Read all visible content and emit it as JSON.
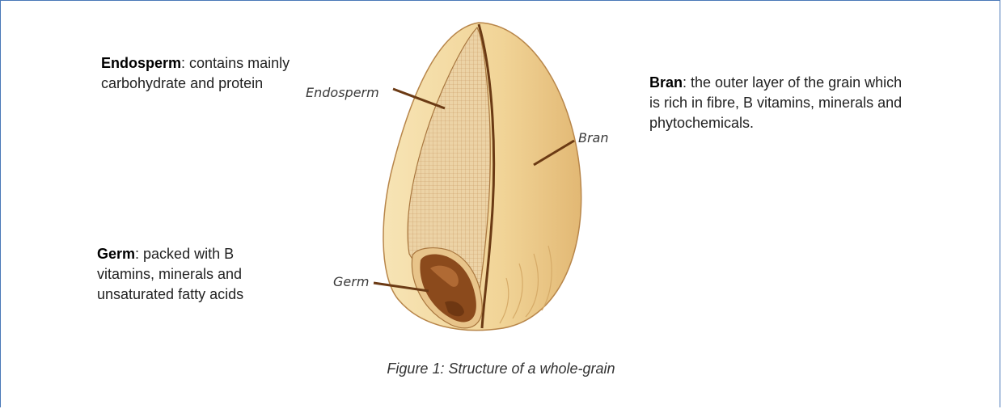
{
  "descriptions": {
    "endosperm": {
      "term": "Endosperm",
      "text": ": contains mainly carbohydrate and protein"
    },
    "germ": {
      "term": "Germ",
      "text": ": packed with B vitamins, minerals and unsaturated fatty acids"
    },
    "bran": {
      "term": "Bran",
      "text": ": the outer layer of the grain which is rich in fibre, B vitamins, minerals and phytochemicals."
    }
  },
  "diagram_labels": {
    "endosperm": "Endosperm",
    "germ": "Germ",
    "bran": "Bran"
  },
  "caption": "Figure 1: Structure of a whole-grain",
  "colors": {
    "frame": "#4a78b8",
    "bran": "#f3d9a0",
    "endosperm": "#e9cfa1",
    "germ": "#8b4a1c",
    "outline": "#7a4a20"
  }
}
